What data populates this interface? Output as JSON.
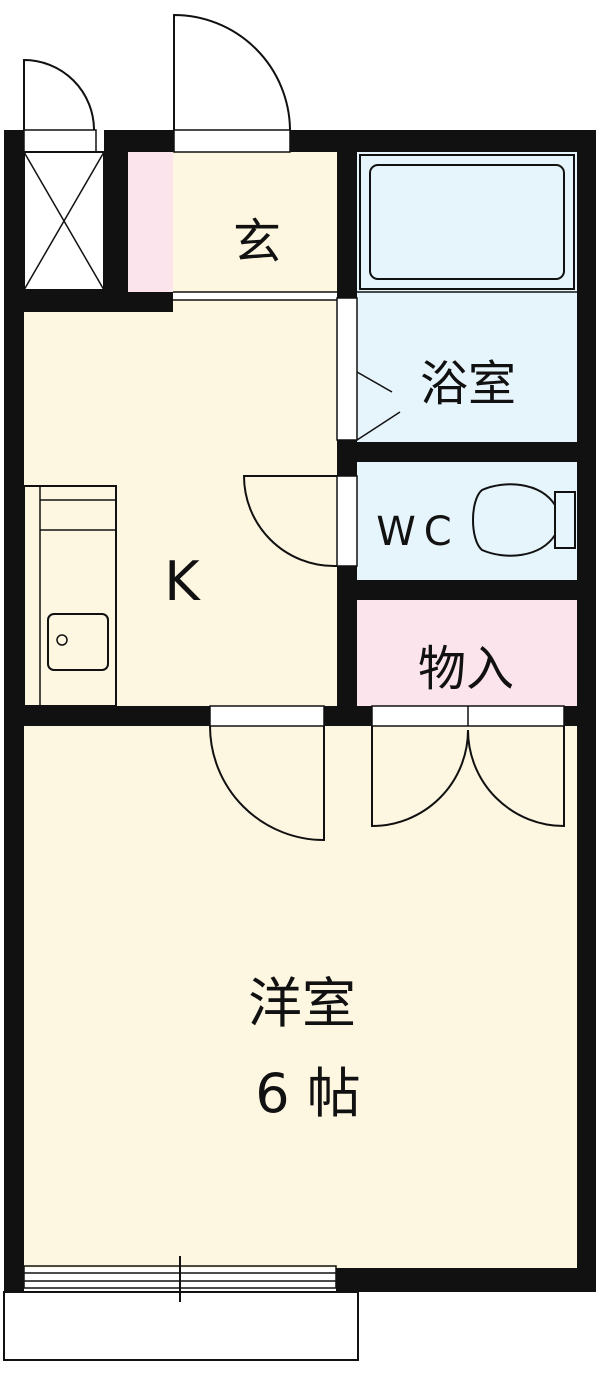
{
  "plan": {
    "colors": {
      "wall": "#111111",
      "floor": "#fdf6e1",
      "wet": "#e6f4fb",
      "storage": "#fce4ec",
      "background": "#ffffff"
    },
    "rooms": {
      "genkan": {
        "label": "玄"
      },
      "bath": {
        "label": "浴室"
      },
      "wc": {
        "label": "WC"
      },
      "storage": {
        "label": "物入"
      },
      "kitchen": {
        "label": "K"
      },
      "western": {
        "label": "洋室",
        "size": "6 帖"
      }
    }
  }
}
